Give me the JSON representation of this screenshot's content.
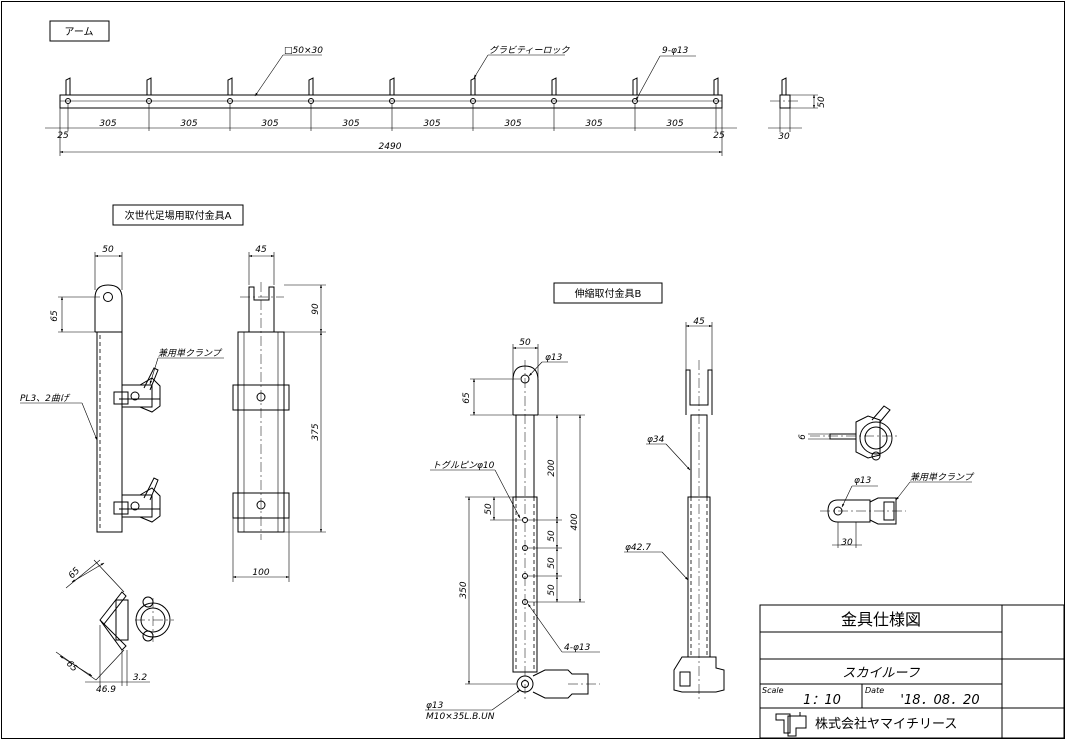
{
  "views": {
    "arm": {
      "title": "アーム",
      "section_note": "□50×30",
      "lock_note": "グラビティーロック",
      "holes_note": "9-φ13",
      "pitch": [
        "25",
        "305",
        "305",
        "305",
        "305",
        "305",
        "305",
        "305",
        "305",
        "25"
      ],
      "overall": "2490",
      "end_height": "50",
      "end_width": "30"
    },
    "fitting_a": {
      "title": "次世代足場用取付金具A",
      "width_front": "50",
      "width_side": "45",
      "top_h": "65",
      "side_top": "90",
      "side_body": "375",
      "base_w": "100",
      "clamp_note": "兼用単クランプ",
      "plate_note": "PL3、2曲げ",
      "diag_a": "65",
      "diag_b": "65",
      "bottom_a": "46.9",
      "bottom_b": "3.2"
    },
    "fitting_b": {
      "title": "伸縮取付金具B",
      "width_front": "50",
      "hole_top": "φ13",
      "top_h": "65",
      "pin_note": "トグルピンφ10",
      "d200": "200",
      "d400": "400",
      "d50a": "50",
      "d50b": "50",
      "d50c": "50",
      "d50d": "50",
      "d350": "350",
      "holes_note": "4-φ13",
      "bolt_hole": "φ13",
      "bolt_note": "M10×35L.B.UN",
      "width_side": "45",
      "pipe_small": "φ34",
      "pipe_large": "φ42.7"
    },
    "clamp_detail": {
      "thk": "6",
      "hole": "φ13",
      "clamp_note": "兼用単クランプ",
      "width": "30"
    }
  },
  "title_block": {
    "drawing_title": "金具仕様図",
    "project": "スカイルーフ",
    "scale_label": "Scale",
    "scale_value": "1：10",
    "date_label": "Date",
    "date_value": "'18．08．20",
    "company": "株式会社ヤマイチリース"
  }
}
